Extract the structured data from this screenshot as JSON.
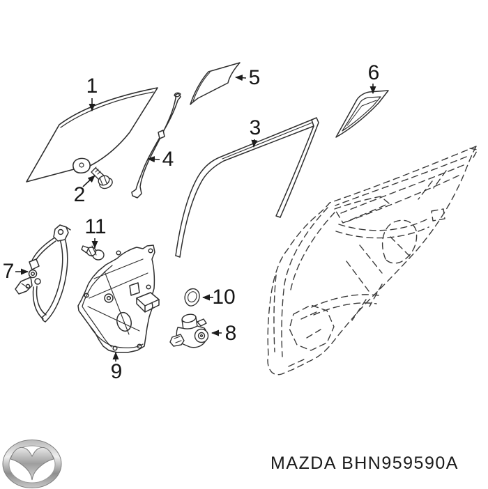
{
  "diagram": {
    "background_color": "#ffffff",
    "line_color": "#333333",
    "callouts": [
      {
        "label": "1"
      },
      {
        "label": "2"
      },
      {
        "label": "3"
      },
      {
        "label": "4"
      },
      {
        "label": "5"
      },
      {
        "label": "6"
      },
      {
        "label": "7"
      },
      {
        "label": "8"
      },
      {
        "label": "9"
      },
      {
        "label": "10"
      },
      {
        "label": "11"
      }
    ]
  },
  "footer": {
    "part_number": "MAZDA BHN959590A"
  }
}
